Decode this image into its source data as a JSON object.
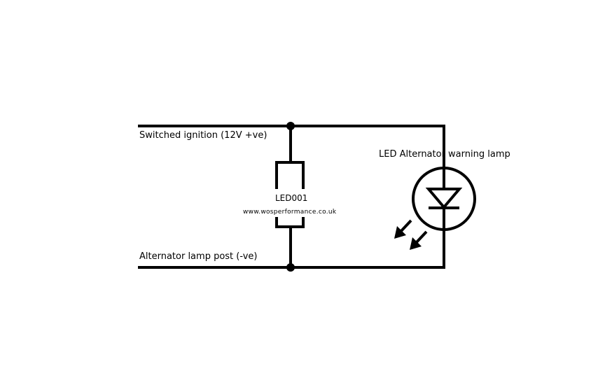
{
  "labels": {
    "top_wire": "Switched ignition (12V +ve)",
    "bottom_wire": "Alternator lamp post (-ve)",
    "lamp": "LED Alternator warning lamp",
    "component_code": "LED001",
    "component_website": "www.wosperformance.co.uk"
  },
  "colors": {
    "wire": "#000000",
    "background": "#ffffff"
  }
}
